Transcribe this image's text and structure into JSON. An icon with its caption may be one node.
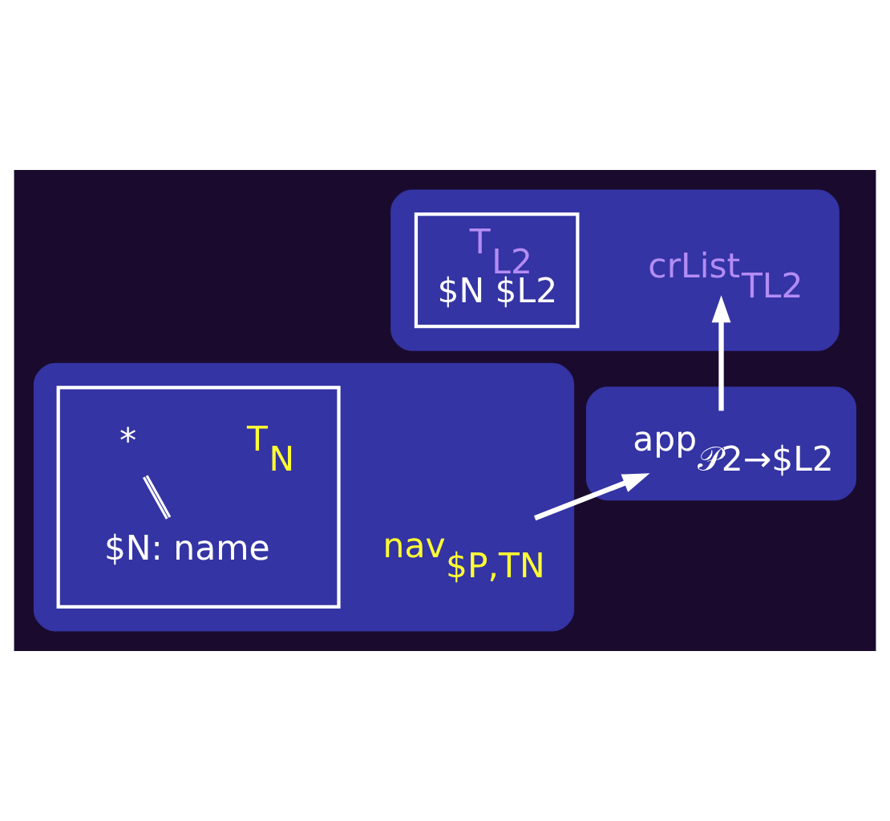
{
  "diagram": {
    "nodes": [
      {
        "text": [],
        "shape": "box"
      },
      {
        "text": [
          "crList$_{TL2}$"
        ],
        "in": 0
      },
      {
        "text": [
          "T$_{L2}$",
          "$N $L2"
        ],
        "in": 0
      },
      {
        "text": [],
        "shape": "box"
      },
      {
        "text": [
          "app$_{𝒫2→$L2}$"
        ],
        "in": 3
      },
      {
        "text": [],
        "shape": "box"
      },
      {
        "text": [
          "nav$_{$P,TN}$"
        ],
        "in": 5
      },
      {
        "text": [],
        "shape": "box",
        "in": 5
      },
      {
        "text": [
          "T$_{N}$"
        ],
        "in": 7
      },
      {
        "text": [
          "*"
        ],
        "in": 7
      },
      {
        "text": [
          "$N: name"
        ],
        "in": 7
      }
    ],
    "edges": [
      {
        "from": 6,
        "to": 4,
        "arrow": "to"
      },
      {
        "from": 4,
        "to": 1,
        "arrow": "to"
      },
      {
        "from": 10,
        "to": 9,
        "arrow": "none"
      }
    ]
  }
}
